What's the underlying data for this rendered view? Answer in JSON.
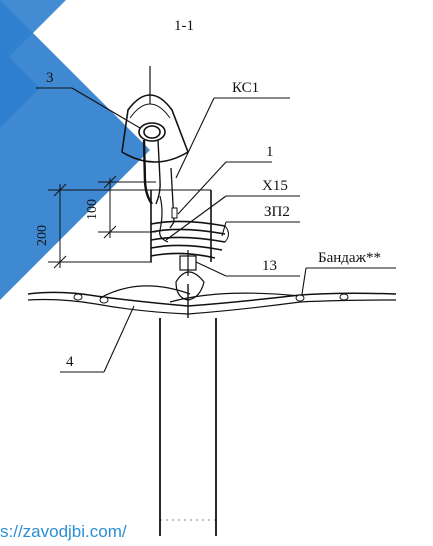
{
  "section_title": "1-1",
  "labels": {
    "item_3": "3",
    "ks1": "КС1",
    "item_1": "1",
    "x15": "Х15",
    "zp2": "ЗП2",
    "item_13": "13",
    "bandage": "Бандаж**",
    "item_4": "4",
    "dim_200": "200",
    "dim_100": "100"
  },
  "watermark": "s://zavodjbi.com/",
  "colors": {
    "line": "#111111",
    "wedge": "#2f7fcf",
    "watermark": "#2a8fd6"
  }
}
